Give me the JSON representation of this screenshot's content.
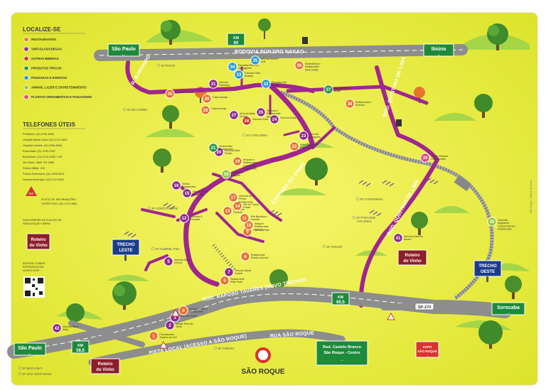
{
  "legend": {
    "title": "LOCALIZE-SE",
    "items": [
      {
        "label": "RESTAURANTES",
        "color": "#e8742c"
      },
      {
        "label": "VINÍCOLAS/ADEGAS",
        "color": "#8e2a8c"
      },
      {
        "label": "OUTRAS BEBIDAS",
        "color": "#d9332f"
      },
      {
        "label": "PRODUTOS TÍPICOS",
        "color": "#2c9a3f"
      },
      {
        "label": "POUSADAS E EVENTOS",
        "color": "#2a9bd6"
      },
      {
        "label": "ARMAR, LAZER E ENTRETENIMENTO",
        "color": "#9bc83c"
      },
      {
        "label": "PLANTAS ORNAMENTAIS E PAISAGISMO",
        "color": "#e0457b"
      }
    ]
  },
  "phones": {
    "title": "TELEFONES ÚTEIS",
    "items": [
      "Prefeitura: (11) 4784-8500",
      "Hospital Santa Casa: (11) 4712-2403",
      "Hospital Leimed: (11) 4784-8484",
      "Rodoviária: (11) 4784-2357",
      "Bombeiros: (11) 4712-2050 / 193",
      "Via Oeste: 0800 701 5555",
      "Polícia Militar: 190",
      "Polícia Rodoviária: (11) 4158-2610",
      "Guarda Municipal: (11) 4712-2538"
    ],
    "pit_label": "PIT",
    "pit_text": "POSTO DE INFORMAÇÕES TURÍSTICAS: (11) 4712-9884"
  },
  "signs_note": "SIGA SEMPRE AS PLACAS DE SINALIZAÇÃO VIÁRIA:",
  "roteiro_label": "Roteiro do Vinho",
  "qr_note": "ACESSE O MAPA INTERATIVO EM NOSSO SITE",
  "roads": {
    "rodovia": "RODOVIA BUNJIRO NAKAO",
    "estrada_vinho": "ESTRADA DO VINHO",
    "raposo": "ROD. RAPOSO TAVARES (NOVO TRECHO)",
    "quintino": "ROD. QUINTINO DE LIMA",
    "pista_local": "PISTA LOCAL (ACESSO A SÃO ROQUE)",
    "sp270": "SP-270",
    "rua_sao_roque": "RUA SÃO ROQUE",
    "santos": "R. BARONDO"
  },
  "signs": {
    "sao_paulo_top": "São Paulo",
    "ibiuna": "Ibiúna",
    "km60_top": "KM\n60",
    "km60_5": "KM\n60,5",
    "km58_5": "KM\n58,5",
    "sorocaba": "Sorocaba",
    "sao_paulo_bottom": "São Paulo",
    "trecho_leste": "TRECHO LESTE",
    "trecho_oeste": "TRECHO OESTE",
    "castelo_branco": "Rod. Castelo Branco São Roque - Centro",
    "expo_sao_roque": "EXPO SÃO ROQUE",
    "sao_roque": "SÃO ROQUE",
    "roteiro_bottom": "Roteiro do Vinho"
  },
  "bairros": [
    "Bº PAVÃO",
    "Bº DO CARMO",
    "Bº CANGUERA",
    "Bº SOROCAMIRIM",
    "Bº GABRIEL PIZA",
    "Bº CAMPININHA",
    "Bº PARAGEM COLONIAL",
    "Bº GOIANÃ",
    "Bº TABOÃO",
    "Bº MAYLASKY",
    "Bº SÃO JOÃO NOVO"
  ],
  "points": [
    {
      "n": "1",
      "label": "Churrascaria Tropeiro do Sul",
      "color": "#e8742c"
    },
    {
      "n": "2",
      "label": "Adega Terra do Vinho",
      "color": "#8e2a8c"
    },
    {
      "n": "3",
      "label": "Vinícola Góes",
      "color": "#8e2a8c"
    },
    {
      "n": "4",
      "label": "Vinícola Frank e Restaurante",
      "color": "#e8742c"
    },
    {
      "n": "5",
      "label": "Vinícola Sauf D'Ouro",
      "color": "#8e2a8c"
    },
    {
      "n": "6",
      "label": "Restaurante Pilão Forte",
      "color": "#e8742c"
    },
    {
      "n": "7",
      "label": "Vinícola Santa Cecília",
      "color": "#8e2a8c"
    },
    {
      "n": "8",
      "label": "Restaurante Rancho Aurora",
      "color": "#e8742c"
    },
    {
      "n": "9",
      "label": "Vila Don Patto",
      "color": "#e8742c"
    },
    {
      "n": "10",
      "label": "Adega e Restaurante Vinhedo",
      "color": "#e8742c"
    },
    {
      "n": "11",
      "label": "Villa Bucolica e Cascata",
      "color": "#e8742c"
    },
    {
      "n": "12",
      "label": "Fazenda & Pousada",
      "color": "#8e2a8c"
    },
    {
      "n": "13",
      "label": "Quinta do Olivardo",
      "color": "#e8742c"
    },
    {
      "n": "14",
      "label": "Vila do Tupos Rosas",
      "color": "#e8742c"
    },
    {
      "n": "15",
      "label": "Vinhos XV de Novembro",
      "color": "#8e2a8c"
    },
    {
      "n": "16",
      "label": "Vinhos Bosqueretto",
      "color": "#8e2a8c"
    },
    {
      "n": "17",
      "label": "Vinícola do Pinhal Restaurante",
      "color": "#e8742c"
    },
    {
      "n": "18",
      "label": "Pesqueiro Taquari",
      "color": "#9bc83c"
    },
    {
      "n": "19",
      "label": "Empório e Restaurante Quintal dos Alcachofras",
      "color": "#e8742c"
    },
    {
      "n": "20",
      "label": "Vinícola Altos Ranch",
      "color": "#8e2a8c"
    },
    {
      "n": "21",
      "label": "Alcachofras Bosquecass",
      "color": "#2c9a3f"
    },
    {
      "n": "22",
      "label": "Villa Canguera Restaurante",
      "color": "#e8742c"
    },
    {
      "n": "23",
      "label": "Vinícola Canguera",
      "color": "#8e2a8c"
    },
    {
      "n": "24",
      "label": "Vinícola Goes",
      "color": "#8e2a8c"
    },
    {
      "n": "25",
      "label": "Vinícola e Restaurante Bairro",
      "color": "#8e2a8c"
    },
    {
      "n": "26",
      "label": "Vinícola Góes",
      "color": "#d9332f"
    },
    {
      "n": "27",
      "label": "Vinícola Bella Quinta",
      "color": "#8e2a8c"
    },
    {
      "n": "28",
      "label": "Casa Arcanjo",
      "color": "#e8742c"
    },
    {
      "n": "29",
      "label": "Casa Arcanjo",
      "color": "#e8742c"
    },
    {
      "n": "30",
      "label": "Cantina Tio Lico",
      "color": "#e8742c"
    },
    {
      "n": "31",
      "label": "Vinícola Palestras",
      "color": "#8e2a8c"
    },
    {
      "n": "32",
      "label": "Pousada Vila Arcanjo",
      "color": "#2a9bd6"
    },
    {
      "n": "33",
      "label": "Pousada Villa Arcanjo",
      "color": "#2a9bd6"
    },
    {
      "n": "34",
      "label": "Pousada Recanto do Vagueiro",
      "color": "#2a9bd6"
    },
    {
      "n": "35",
      "label": "Sítio da Serra e Arte",
      "color": "#2a9bd6"
    },
    {
      "n": "36",
      "label": "Fazendinha e Restaurante Santo Adão",
      "color": "#e8742c"
    },
    {
      "n": "37",
      "label": "Armazém Bird Angel",
      "color": "#2c9a3f"
    },
    {
      "n": "38",
      "label": "Restaurante e Eventos",
      "color": "#e8742c"
    },
    {
      "n": "39",
      "label": "Viveiro Plantas Ornamentais",
      "color": "#e0457b"
    },
    {
      "n": "40",
      "label": "Fazenda Angostura Turismo Rural e Restaurante",
      "color": "#9bc83c"
    },
    {
      "n": "41",
      "label": "Vinícola Casa do Amaro",
      "color": "#8e2a8c"
    },
    {
      "n": "42",
      "label": "Vinícola Bella Vista",
      "color": "#8e2a8c"
    }
  ],
  "side_text": "São Roque - Roteiro do Vinho"
}
